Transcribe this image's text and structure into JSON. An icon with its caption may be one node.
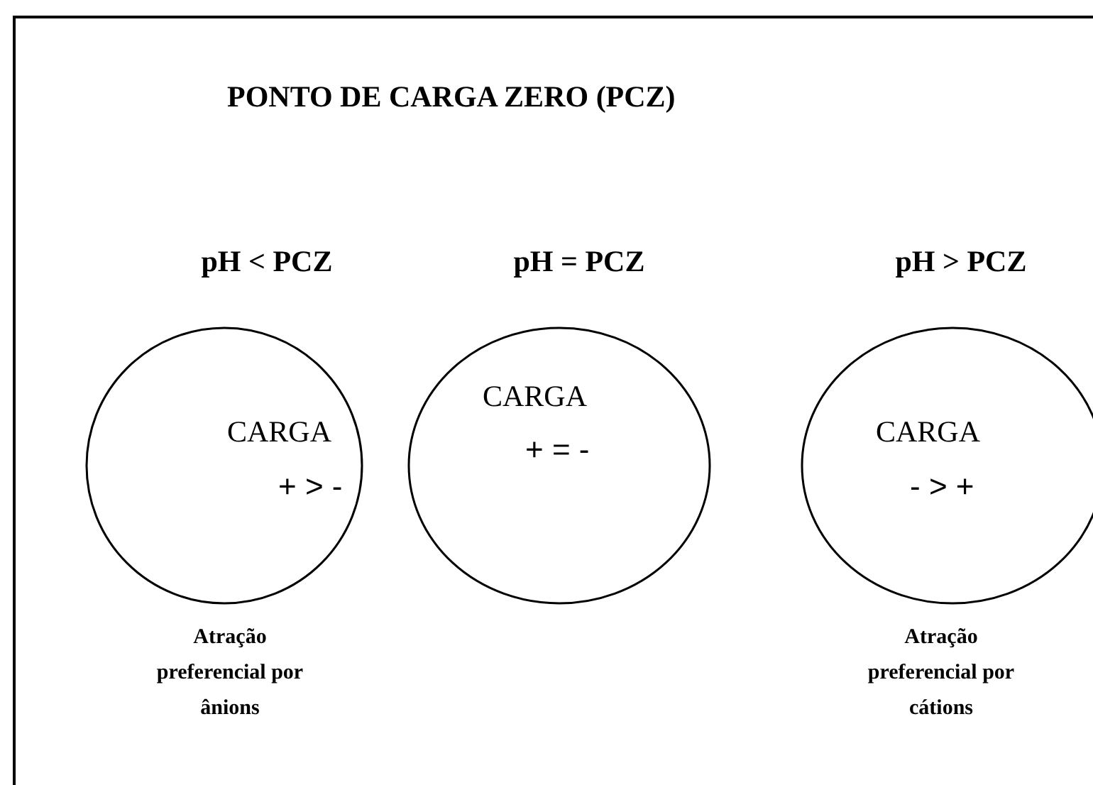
{
  "diagram": {
    "title": "PONTO DE CARGA ZERO  (PCZ)",
    "nodes": [
      {
        "text": [
          "pH < PCZ",
          "CARGA",
          "+ > -"
        ],
        "beside": [
          "Atração preferencial por ânions"
        ]
      },
      {
        "text": [
          "pH = PCZ",
          "CARGA",
          "+ = -"
        ]
      },
      {
        "text": [
          "pH > PCZ",
          "CARGA",
          "- > +"
        ],
        "beside": [
          "Atração preferencial por cátions"
        ]
      }
    ]
  }
}
